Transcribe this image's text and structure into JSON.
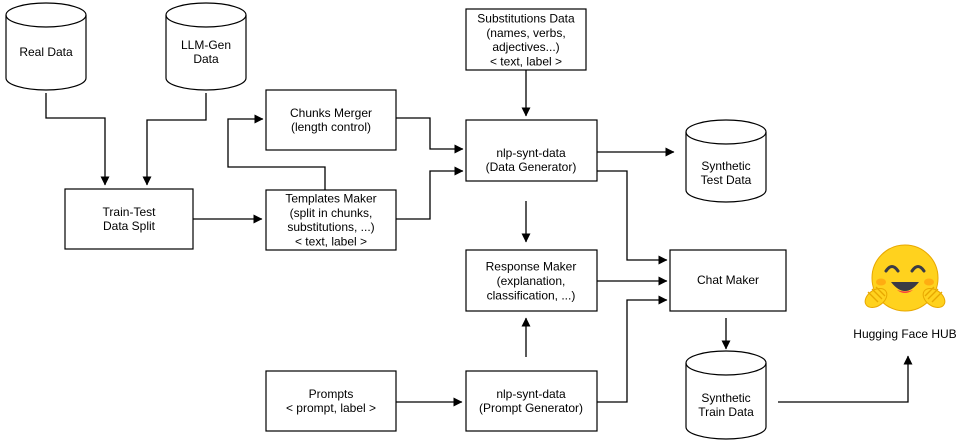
{
  "nodes": {
    "real_data": {
      "lines": [
        "Real Data"
      ]
    },
    "llm_gen_data": {
      "lines": [
        "LLM-Gen",
        "Data"
      ]
    },
    "train_test_split": {
      "lines": [
        "Train-Test",
        "Data Split"
      ]
    },
    "chunks_merger": {
      "lines": [
        "Chunks Merger",
        "(length control)"
      ]
    },
    "templates_maker": {
      "lines": [
        "Templates Maker",
        "(split in chunks,",
        "substitutions, ...)",
        "< text, label >"
      ]
    },
    "substitutions_data": {
      "lines": [
        "Substitutions Data",
        "(names, verbs,",
        "adjectives...)",
        "< text, label >"
      ]
    },
    "data_generator": {
      "lines": [
        "nlp-synt-data",
        "(Data Generator)"
      ]
    },
    "synthetic_test_data": {
      "lines": [
        "Synthetic",
        "Test Data"
      ]
    },
    "response_maker": {
      "lines": [
        "Response Maker",
        "(explanation,",
        "classification, ...)"
      ]
    },
    "chat_maker": {
      "lines": [
        "Chat Maker"
      ]
    },
    "prompts": {
      "lines": [
        "Prompts",
        "< prompt, label >"
      ]
    },
    "prompt_generator": {
      "lines": [
        "nlp-synt-data",
        "(Prompt Generator)"
      ]
    },
    "synthetic_train_data": {
      "lines": [
        "Synthetic",
        "Train Data"
      ]
    },
    "hugging_face_hub": {
      "lines": [
        "Hugging Face HUB"
      ]
    }
  },
  "icons": {
    "hub_logo": "hugging-face-emoji-icon",
    "hub_logo_color": "#FFD21E"
  }
}
